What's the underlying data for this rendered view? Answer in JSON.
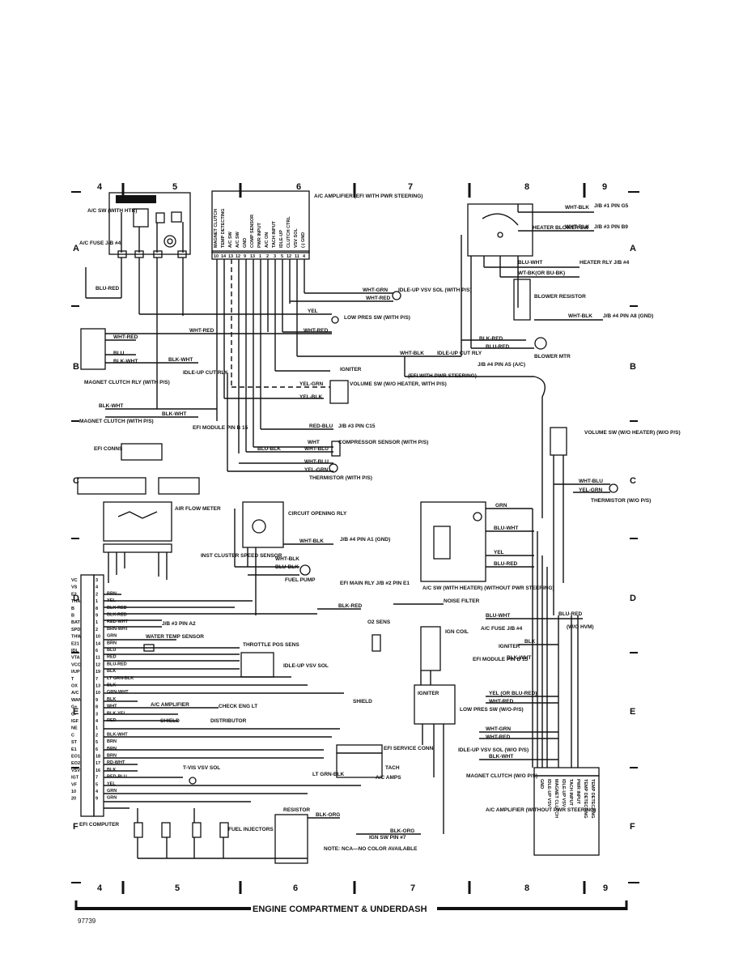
{
  "grid": {
    "top_columns": [
      "4",
      "5",
      "6",
      "7",
      "8",
      "9"
    ],
    "bottom_columns": [
      "4",
      "5",
      "6",
      "7",
      "8",
      "9"
    ],
    "rows": [
      "A",
      "B",
      "C",
      "D",
      "E",
      "F"
    ]
  },
  "footer": {
    "title": "ENGINE COMPARTMENT & UNDERDASH",
    "figure_id": "97739"
  },
  "components": {
    "ac_amplifier": "A/C AMPLIFIER (EFI WITH PWR STEERING)",
    "ac_amplifier_2": "A/C AMPLIFIER (WITHOUT PWR STEERING)",
    "ac_sw": "A/C SW (WITH HTR)",
    "ac_fuse": "A/C FUSE J/B #4",
    "ac_fuse_2": "A/C FUSE J/B #4",
    "heater_blower_sw": "HEATER BLOWER SW",
    "blower_resistor": "BLOWER RESISTOR",
    "blower_mtr": "BLOWER MTR",
    "heater_rly": "HEATER RLY J/B #4",
    "idle_up_vsv_sol": "IDLE-UP VSV SOL (WITH P/S)",
    "low_pres_sw": "LOW PRES SW (WITH P/S)",
    "magnet_clutch_rly": "MAGNET CLUTCH RLY (WITH P/S)",
    "idle_up_cut_rly": "IDLE-UP CUT RLY",
    "idle_up_cut_rly_2": "IDLE-UP CUT RLY",
    "igniter": "IGNITER",
    "volume_sw": "VOLUME SW (W/O HEATER, WITH P/S)",
    "volume_sw_2": "VOLUME SW (W/O HEATER) (W/O P/S)",
    "magnet_clutch": "MAGNET CLUTCH (WITH P/S)",
    "efi_module": "EFI MODULE PIN B 15",
    "efi_conns": "EFI CONNS",
    "compressor_sensor": "COMPRESSOR SENSOR (WITH P/S)",
    "thermistor": "THERMISTOR (WITH P/S)",
    "thermistor_2": "THERMISTOR (W/O P/S)",
    "air_flow_meter": "AIR FLOW METER",
    "circuit_opening_rly": "CIRCUIT OPENING RLY",
    "inst_cluster": "INST CLUSTER SPEED SENSOR",
    "fuel_pump": "FUEL PUMP",
    "efi_main_rly": "EFI MAIN RLY J/B #2 PIN E1",
    "water_temp_sensor": "WATER TEMP SENSOR",
    "throttle_pos_sens": "THROTTLE POS SENS",
    "idle_up_vsv_sol_2": "IDLE-UP VSV SOL",
    "o2_sens": "O2 SENS",
    "check_eng_lt": "CHECK ENG LT",
    "distributor": "DISTRIBUTOR",
    "t_vis_vsv_sol": "T-VIS VSV SOL",
    "fuel_injectors": "FUEL INJECTORS",
    "resistor": "RESISTOR",
    "efi_computer": "EFI COMPUTER",
    "noise_filter": "NOISE FILTER",
    "ign_coil": "IGN COIL",
    "efi_service_conn": "EFI SERVICE CONN",
    "ac_sw_with_heater": "A/C SW (WITH HEATER) (WITHOUT PWR STEERING)",
    "low_pres_sw_2": "LOW PRES SW (W/O-P/S)",
    "idle_up_vsv_sol_3": "IDLE-UP VSV SOL (W/O P/S)",
    "magnet_clutch_2": "MAGNET CLUTCH (W/O P/S)",
    "note": "NOTE: NCA—NO COLOR AVAILABLE"
  },
  "amp_pins": [
    "MAGNET CLUTCH",
    "TEMP DETECTING",
    "A/C SW",
    "A/C SW",
    "GND",
    "COMP SENSOR",
    "PWR INPUT",
    "A/C ON",
    "TACH INPUT",
    "IDLE-UP",
    "CLUTCH CTRL",
    "VSV SOL",
    "(-) GND"
  ],
  "amp_pin_nums": [
    "10",
    "14",
    "13",
    "12",
    "9",
    "13",
    "1",
    "2",
    "3",
    "5",
    "12",
    "11",
    "4"
  ],
  "amp2_pins": [
    "GND",
    "IDLE-UP VSV",
    "MAGNET CLUTCH",
    "IDLE-UP VSV",
    "TACH INPUT",
    "PWR INPUT",
    "TEMP DETECTING",
    "TEMP DETECTING"
  ],
  "ecu_pins": [
    "VC",
    "VS",
    "E2",
    "THA",
    "B",
    "B",
    "BAT",
    "SPD",
    "THW",
    "E21",
    "IDL",
    "VTA",
    "VCC",
    "I/UP",
    "T",
    "OX",
    "A/C",
    "WAN",
    "G+",
    "G-",
    "IGF",
    "NE",
    "C",
    "ST",
    "E1",
    "EO1",
    "EO2",
    "VSV",
    "IGT",
    "VF",
    "10",
    "20"
  ],
  "ecu_nums": [
    "3",
    "4",
    "2",
    "1",
    "8",
    "9",
    "1",
    "2",
    "10",
    "14",
    "6",
    "11",
    "12",
    "19",
    "7",
    "13",
    "10",
    "9",
    "8",
    "3",
    "4",
    "1",
    "2",
    "5",
    "6",
    "18",
    "17",
    "16",
    "7",
    "5",
    "4",
    "9"
  ],
  "ecu_wires": [
    "",
    "",
    "BRN",
    "YEL",
    "BLK-RED",
    "BLK-RED",
    "RED-WHT",
    "BRN-WHT",
    "GRN",
    "BRN",
    "BLU",
    "RED",
    "BLU-RED",
    "BLK",
    "LT GRN-BLK",
    "BLK",
    "GRN-WHT",
    "BLK",
    "WHT",
    "BLK-YEL",
    "RED",
    "",
    "BLK-WHT",
    "BRN",
    "BRN",
    "BRN",
    "RD-WHT",
    "BLK",
    "RED-BLU",
    "YEL",
    "GRN",
    "GRN"
  ],
  "wire_labels": {
    "w1": "WHT-GRN",
    "w2": "WHT-RED",
    "w3": "WHT-RED",
    "w4": "WHT-RED",
    "w5": "BLU",
    "w6": "BLK-WHT",
    "w7": "BLK-WHT",
    "w8": "YEL",
    "w9": "WHT-BLK",
    "w10": "BLU-RED",
    "w11": "WHT-BLK",
    "w12": "WHT-BLK",
    "w13": "BLU-WHT",
    "w14": "WT-BK(OR BU-BK)",
    "w15": "BLK-RED",
    "w16": "BLU-RED",
    "w17": "WHT-BLK",
    "w18": "YEL-GRN",
    "w19": "YEL-BLK",
    "w20": "BLK-WHT",
    "w21": "BLK-WHT",
    "w22": "RED-BLU",
    "w23": "WHT",
    "w24": "BLU-BLK",
    "w25": "WHT-BLU",
    "w26": "WHT-BLU",
    "w27": "YEL-GRN",
    "w28": "WHT-BLK",
    "w29": "BLK-RED",
    "w30": "WHT-BLK",
    "w31": "BLU-BLK",
    "w32": "GRN",
    "w33": "BLU-WHT",
    "w34": "YEL",
    "w35": "BLU-RED",
    "w36": "WHT-BLU",
    "w37": "YEL-GRN",
    "w38": "BLU-WHT",
    "w39": "BLU-RED",
    "w40": "BLK",
    "w41": "BLK-WHT",
    "w42": "YEL (OR BLU-RED)",
    "w43": "WHT-RED",
    "w44": "WHT-GRN",
    "w45": "WHT-RED",
    "w46": "BLK-WHT",
    "w47": "BLK-ORG",
    "w48": "BLK-ORG",
    "w49": "BLK",
    "w50": "BLK-RED",
    "w51": "LT GRN-BLK",
    "w52": "BLK"
  },
  "refs": {
    "jb1": "J/B #1 PIN G5",
    "jb3": "J/B #3 PIN B9",
    "jb4a8": "J/B #4 PIN A8 (GND)",
    "jb4a5": "J/B #4 PIN A5 (A/C)",
    "jb3c15": "J/B #3 PIN C15",
    "jb4a1": "J/B #4 PIN A1 (GND)",
    "jb3a2": "J/B #3 PIN A2",
    "ign_sw": "IGN SW PIN #7",
    "efi_pwr": "(EFI WITH PWR STEERING)",
    "without_pwr": "(WITHOUT PWR STEERING)",
    "wo_hvm": "(W/O HVM)",
    "ac_amp": "A/C AMPLIFIER",
    "shield": "SHIELD",
    "tach": "TACH",
    "ac_amps": "A/C AMPS",
    "nca": "NCA",
    "efi": "(EFI)"
  }
}
